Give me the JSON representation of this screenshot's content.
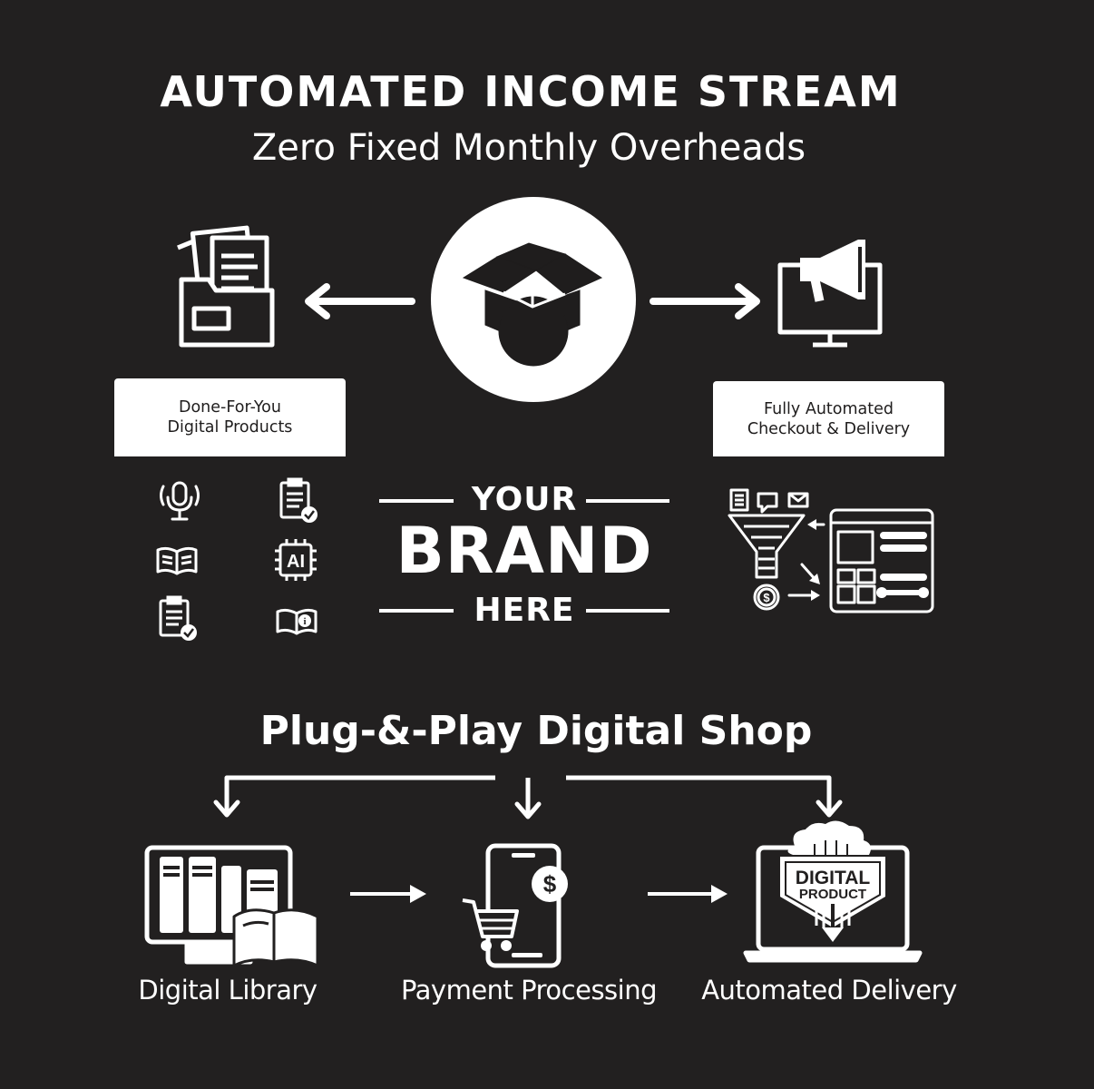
{
  "header": {
    "title": "AUTOMATED INCOME STREAM",
    "subtitle": "Zero Fixed Monthly Overheads"
  },
  "left_box": {
    "line1": "Done-For-You",
    "line2": "Digital Products"
  },
  "right_box": {
    "line1": "Fully Automated",
    "line2": "Checkout & Delivery"
  },
  "brand": {
    "top": "YOUR",
    "middle": "BRAND",
    "bottom": "HERE"
  },
  "shop": {
    "title": "Plug-&-Play Digital Shop"
  },
  "steps": [
    {
      "label": "Digital Library"
    },
    {
      "label": "Payment Processing"
    },
    {
      "label": "Automated Delivery"
    }
  ],
  "laptop": {
    "line1": "DIGITAL",
    "line2": "PRODUCT"
  },
  "product_icons": [
    "podcast-icon",
    "checklist-icon",
    "ebook-icon",
    "ai-chip-icon",
    "checklist-icon",
    "info-book-icon"
  ],
  "colors": {
    "background": "#222020",
    "foreground": "#ffffff"
  }
}
